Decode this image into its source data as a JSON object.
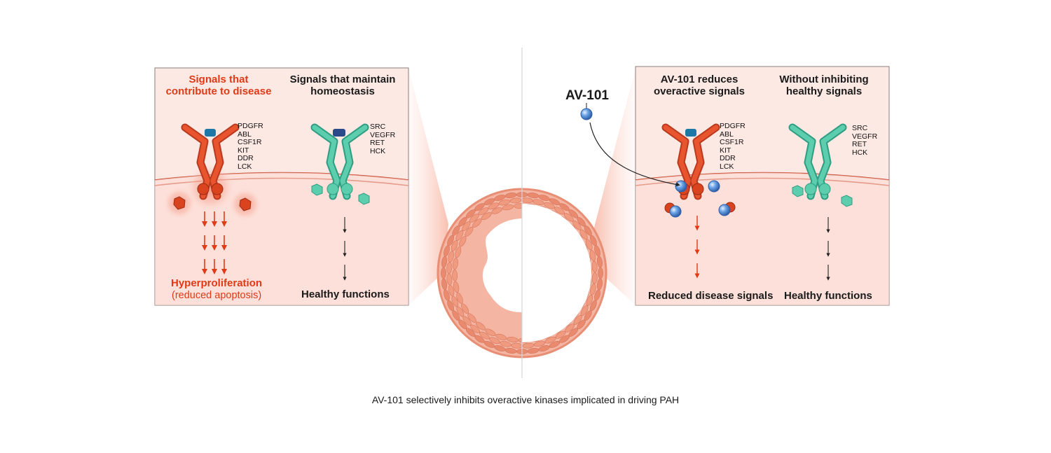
{
  "left_panel": {
    "disease_header": [
      "Signals that",
      "contribute to disease"
    ],
    "homeostasis_header": [
      "Signals that maintain",
      "homeostasis"
    ],
    "disease_kinases": [
      "PDGFR",
      "ABL",
      "CSF1R",
      "KIT",
      "DDR",
      "LCK"
    ],
    "healthy_kinases": [
      "SRC",
      "VEGFR",
      "RET",
      "HCK"
    ],
    "disease_outcome": "Hyperproliferation",
    "disease_outcome_sub": "(reduced apoptosis)",
    "healthy_outcome": "Healthy functions"
  },
  "drug": {
    "label": "AV-101"
  },
  "right_panel": {
    "disease_header": [
      "AV-101 reduces",
      "overactive signals"
    ],
    "healthy_header": [
      "Without inhibiting",
      "healthy signals"
    ],
    "disease_kinases": [
      "PDGFR",
      "ABL",
      "CSF1R",
      "KIT",
      "DDR",
      "LCK"
    ],
    "healthy_kinases": [
      "SRC",
      "VEGFR",
      "RET",
      "HCK"
    ],
    "disease_outcome": "Reduced disease signals",
    "healthy_outcome": "Healthy functions"
  },
  "caption": "AV-101 selectively inhibits overactive kinases implicated in driving PAH",
  "colors": {
    "disease_red": "#e03a17",
    "receptor_red": "#e8542e",
    "receptor_teal": "#5ccdad",
    "panel_bg": "#fde9e4",
    "vessel": "#f1a58f",
    "drug_blue": "#4f8fd6"
  }
}
